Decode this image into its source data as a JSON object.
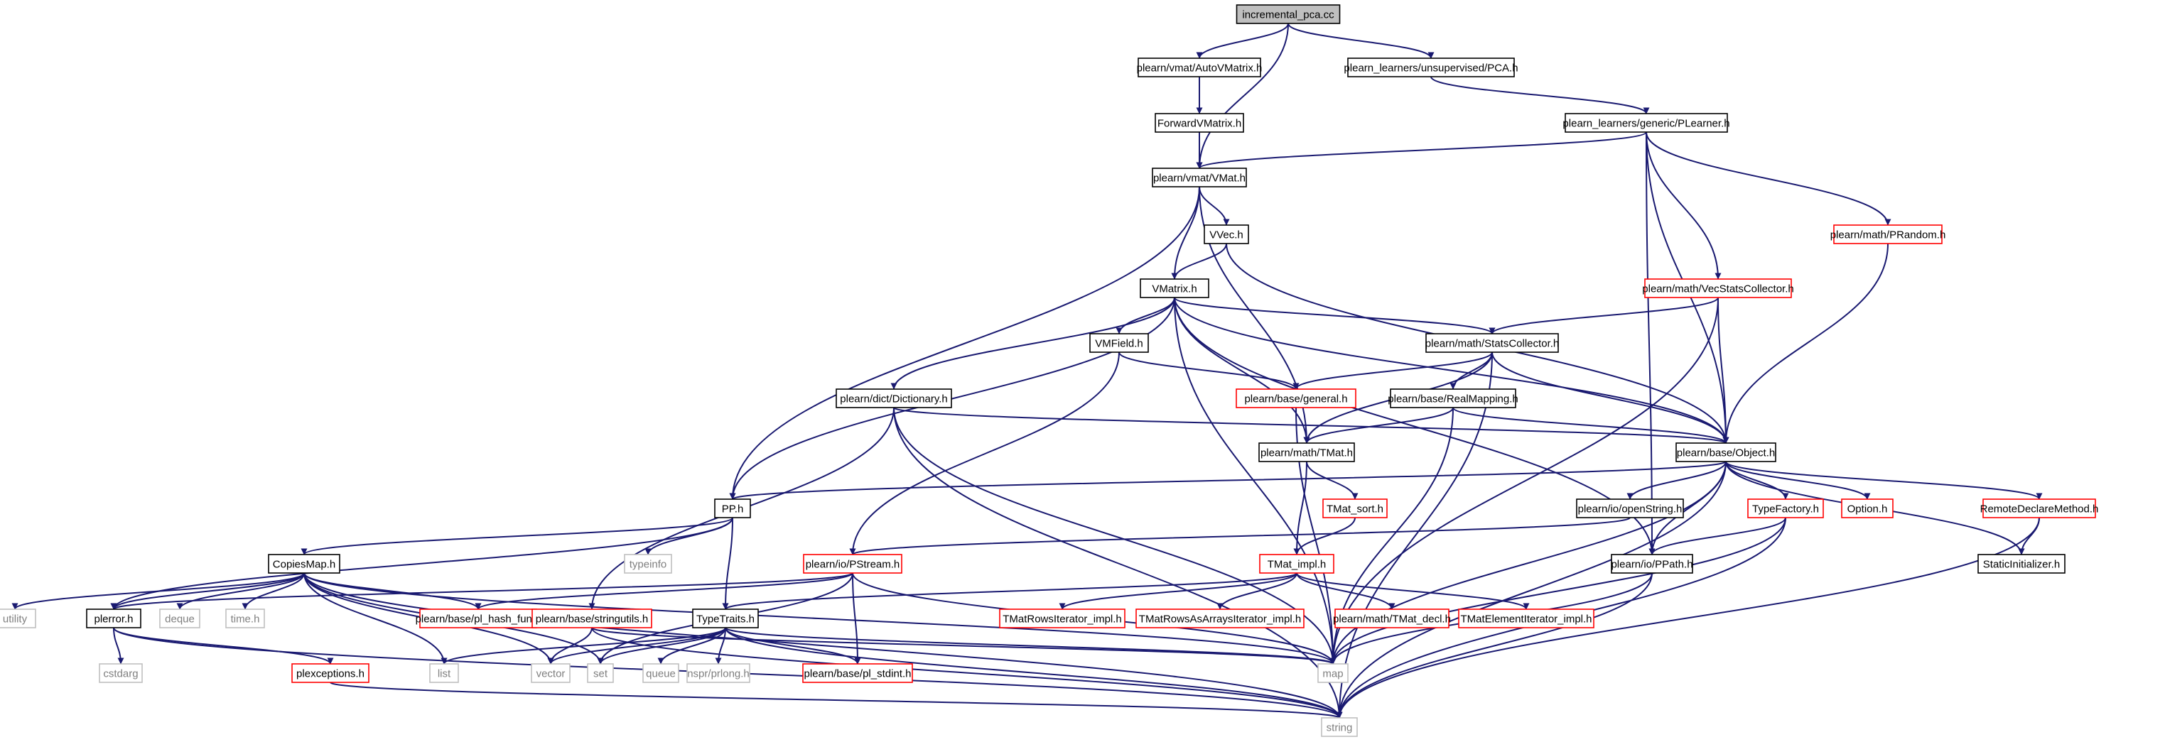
{
  "graph": {
    "colors": {
      "edge": "#191970",
      "root_fill": "#bfbfbf",
      "node_border": "#000000",
      "incomplete_border": "#ff0000",
      "system_border": "#bfbfbf",
      "system_text": "#7f7f7f",
      "text": "#000000",
      "background": "#ffffff"
    },
    "nodes": [
      {
        "id": "root",
        "label": "incremental_pca.cc",
        "style": "root"
      },
      {
        "id": "autovmatrix",
        "label": "plearn/vmat/AutoVMatrix.h",
        "style": "normal"
      },
      {
        "id": "pca",
        "label": "plearn_learners/unsupervised/PCA.h",
        "style": "normal"
      },
      {
        "id": "forwardvmatrix",
        "label": "ForwardVMatrix.h",
        "style": "normal"
      },
      {
        "id": "plearner",
        "label": "plearn_learners/generic/PLearner.h",
        "style": "normal"
      },
      {
        "id": "vmat",
        "label": "plearn/vmat/VMat.h",
        "style": "normal"
      },
      {
        "id": "vvec",
        "label": "VVec.h",
        "style": "normal"
      },
      {
        "id": "prandom",
        "label": "plearn/math/PRandom.h",
        "style": "incomplete"
      },
      {
        "id": "vecstats",
        "label": "plearn/math/VecStatsCollector.h",
        "style": "incomplete"
      },
      {
        "id": "vmatrix",
        "label": "VMatrix.h",
        "style": "normal"
      },
      {
        "id": "vmfield",
        "label": "VMField.h",
        "style": "normal"
      },
      {
        "id": "statscollector",
        "label": "plearn/math/StatsCollector.h",
        "style": "normal"
      },
      {
        "id": "dictionary",
        "label": "plearn/dict/Dictionary.h",
        "style": "normal"
      },
      {
        "id": "general",
        "label": "plearn/base/general.h",
        "style": "incomplete"
      },
      {
        "id": "realmapping",
        "label": "plearn/base/RealMapping.h",
        "style": "normal"
      },
      {
        "id": "tmat",
        "label": "plearn/math/TMat.h",
        "style": "normal"
      },
      {
        "id": "object",
        "label": "plearn/base/Object.h",
        "style": "normal"
      },
      {
        "id": "pp",
        "label": "PP.h",
        "style": "normal"
      },
      {
        "id": "tmatsort",
        "label": "TMat_sort.h",
        "style": "incomplete"
      },
      {
        "id": "openstring",
        "label": "plearn/io/openString.h",
        "style": "normal"
      },
      {
        "id": "typefactory",
        "label": "TypeFactory.h",
        "style": "incomplete"
      },
      {
        "id": "option",
        "label": "Option.h",
        "style": "incomplete"
      },
      {
        "id": "remotedeclare",
        "label": "RemoteDeclareMethod.h",
        "style": "incomplete"
      },
      {
        "id": "typeinfo",
        "label": "typeinfo",
        "style": "system"
      },
      {
        "id": "copiesmap",
        "label": "CopiesMap.h",
        "style": "normal"
      },
      {
        "id": "pstream",
        "label": "plearn/io/PStream.h",
        "style": "incomplete"
      },
      {
        "id": "tmatimpl",
        "label": "TMat_impl.h",
        "style": "incomplete"
      },
      {
        "id": "ppath",
        "label": "plearn/io/PPath.h",
        "style": "normal"
      },
      {
        "id": "staticinit",
        "label": "StaticInitializer.h",
        "style": "normal"
      },
      {
        "id": "utility",
        "label": "utility",
        "style": "system"
      },
      {
        "id": "plerror",
        "label": "plerror.h",
        "style": "normal"
      },
      {
        "id": "deque",
        "label": "deque",
        "style": "system"
      },
      {
        "id": "timeh",
        "label": "time.h",
        "style": "system"
      },
      {
        "id": "hashfun",
        "label": "plearn/base/pl_hash_fun.h",
        "style": "incomplete"
      },
      {
        "id": "stringutils",
        "label": "plearn/base/stringutils.h",
        "style": "incomplete"
      },
      {
        "id": "typetraits",
        "label": "TypeTraits.h",
        "style": "normal"
      },
      {
        "id": "rowsiter",
        "label": "TMatRowsIterator_impl.h",
        "style": "incomplete"
      },
      {
        "id": "rowsarrays",
        "label": "TMatRowsAsArraysIterator_impl.h",
        "style": "incomplete"
      },
      {
        "id": "tmatdecl",
        "label": "plearn/math/TMat_decl.h",
        "style": "incomplete"
      },
      {
        "id": "elemiter",
        "label": "TMatElementIterator_impl.h",
        "style": "incomplete"
      },
      {
        "id": "cstdarg",
        "label": "cstdarg",
        "style": "system"
      },
      {
        "id": "plexceptions",
        "label": "plexceptions.h",
        "style": "incomplete"
      },
      {
        "id": "list",
        "label": "list",
        "style": "system"
      },
      {
        "id": "vector",
        "label": "vector",
        "style": "system"
      },
      {
        "id": "set",
        "label": "set",
        "style": "system"
      },
      {
        "id": "queue",
        "label": "queue",
        "style": "system"
      },
      {
        "id": "prlong",
        "label": "nspr/prlong.h",
        "style": "system"
      },
      {
        "id": "stdint",
        "label": "plearn/base/pl_stdint.h",
        "style": "incomplete"
      },
      {
        "id": "map",
        "label": "map",
        "style": "system"
      },
      {
        "id": "string",
        "label": "string",
        "style": "system"
      }
    ],
    "edges": [
      [
        "root",
        "autovmatrix"
      ],
      [
        "root",
        "vmat"
      ],
      [
        "root",
        "pca"
      ],
      [
        "autovmatrix",
        "forwardvmatrix"
      ],
      [
        "forwardvmatrix",
        "vmat"
      ],
      [
        "pca",
        "plearner"
      ],
      [
        "plearner",
        "vmat"
      ],
      [
        "plearner",
        "ppath"
      ],
      [
        "plearner",
        "vecstats"
      ],
      [
        "plearner",
        "object"
      ],
      [
        "plearner",
        "prandom"
      ],
      [
        "vmat",
        "pp"
      ],
      [
        "vmat",
        "tmat"
      ],
      [
        "vmat",
        "vmatrix"
      ],
      [
        "vmat",
        "vvec"
      ],
      [
        "vvec",
        "vmatrix"
      ],
      [
        "vvec",
        "object"
      ],
      [
        "prandom",
        "object"
      ],
      [
        "vecstats",
        "statscollector"
      ],
      [
        "vecstats",
        "object"
      ],
      [
        "vecstats",
        "map"
      ],
      [
        "vmatrix",
        "pp"
      ],
      [
        "vmatrix",
        "dictionary"
      ],
      [
        "vmatrix",
        "vmfield"
      ],
      [
        "vmatrix",
        "tmat"
      ],
      [
        "vmatrix",
        "statscollector"
      ],
      [
        "vmatrix",
        "object"
      ],
      [
        "vmatrix",
        "ppath"
      ],
      [
        "vmatrix",
        "map"
      ],
      [
        "vmfield",
        "general"
      ],
      [
        "vmfield",
        "pstream"
      ],
      [
        "statscollector",
        "general"
      ],
      [
        "statscollector",
        "realmapping"
      ],
      [
        "statscollector",
        "object"
      ],
      [
        "statscollector",
        "tmat"
      ],
      [
        "statscollector",
        "string"
      ],
      [
        "dictionary",
        "object"
      ],
      [
        "dictionary",
        "stringutils"
      ],
      [
        "dictionary",
        "map"
      ],
      [
        "dictionary",
        "string"
      ],
      [
        "general",
        "map"
      ],
      [
        "realmapping",
        "tmat"
      ],
      [
        "realmapping",
        "object"
      ],
      [
        "realmapping",
        "map"
      ],
      [
        "tmat",
        "tmatsort"
      ],
      [
        "tmat",
        "tmatimpl"
      ],
      [
        "object",
        "pp"
      ],
      [
        "object",
        "openstring"
      ],
      [
        "object",
        "ppath"
      ],
      [
        "object",
        "typefactory"
      ],
      [
        "object",
        "option"
      ],
      [
        "object",
        "remotedeclare"
      ],
      [
        "object",
        "staticinit"
      ],
      [
        "object",
        "map"
      ],
      [
        "object",
        "string"
      ],
      [
        "pp",
        "typeinfo"
      ],
      [
        "pp",
        "copiesmap"
      ],
      [
        "pp",
        "plerror"
      ],
      [
        "pp",
        "typetraits"
      ],
      [
        "tmatsort",
        "tmatimpl"
      ],
      [
        "openstring",
        "pstream"
      ],
      [
        "typefactory",
        "ppath"
      ],
      [
        "typefactory",
        "map"
      ],
      [
        "typefactory",
        "string"
      ],
      [
        "remotedeclare",
        "staticinit"
      ],
      [
        "remotedeclare",
        "string"
      ],
      [
        "copiesmap",
        "utility"
      ],
      [
        "copiesmap",
        "plerror"
      ],
      [
        "copiesmap",
        "deque"
      ],
      [
        "copiesmap",
        "timeh"
      ],
      [
        "copiesmap",
        "hashfun"
      ],
      [
        "copiesmap",
        "list"
      ],
      [
        "copiesmap",
        "vector"
      ],
      [
        "copiesmap",
        "set"
      ],
      [
        "copiesmap",
        "map"
      ],
      [
        "copiesmap",
        "string"
      ],
      [
        "pstream",
        "hashfun"
      ],
      [
        "pstream",
        "set"
      ],
      [
        "pstream",
        "stdint"
      ],
      [
        "pstream",
        "map"
      ],
      [
        "pstream",
        "plerror"
      ],
      [
        "tmatimpl",
        "rowsiter"
      ],
      [
        "tmatimpl",
        "rowsarrays"
      ],
      [
        "tmatimpl",
        "tmatdecl"
      ],
      [
        "tmatimpl",
        "elemiter"
      ],
      [
        "tmatimpl",
        "typetraits"
      ],
      [
        "ppath",
        "map"
      ],
      [
        "ppath",
        "string"
      ],
      [
        "plerror",
        "cstdarg"
      ],
      [
        "plerror",
        "plexceptions"
      ],
      [
        "plerror",
        "string"
      ],
      [
        "stringutils",
        "vector"
      ],
      [
        "stringutils",
        "map"
      ],
      [
        "stringutils",
        "string"
      ],
      [
        "typetraits",
        "list"
      ],
      [
        "typetraits",
        "vector"
      ],
      [
        "typetraits",
        "set"
      ],
      [
        "typetraits",
        "queue"
      ],
      [
        "typetraits",
        "prlong"
      ],
      [
        "typetraits",
        "stdint"
      ],
      [
        "typetraits",
        "map"
      ],
      [
        "typetraits",
        "string"
      ],
      [
        "plexceptions",
        "string"
      ]
    ]
  }
}
